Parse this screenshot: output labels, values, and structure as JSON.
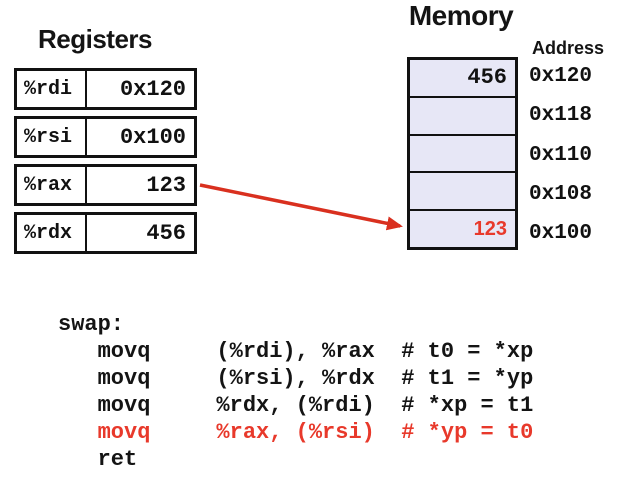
{
  "colors": {
    "accent_red": "#e8392b",
    "arrow_red": "#d9301f",
    "memory_cell_fill": "#e7e7f6",
    "border_black": "#111111"
  },
  "registers_panel": {
    "title": "Registers",
    "rows": [
      {
        "name": "%rdi",
        "value": "0x120"
      },
      {
        "name": "%rsi",
        "value": "0x100"
      },
      {
        "name": "%rax",
        "value": "123"
      },
      {
        "name": "%rdx",
        "value": "456"
      }
    ]
  },
  "memory_panel": {
    "title": "Memory",
    "address_label": "Address",
    "cells": [
      {
        "value": "456",
        "address": "0x120",
        "highlight": false
      },
      {
        "value": "",
        "address": "0x118",
        "highlight": false
      },
      {
        "value": "",
        "address": "0x110",
        "highlight": false
      },
      {
        "value": "",
        "address": "0x108",
        "highlight": false
      },
      {
        "value": "123",
        "address": "0x100",
        "highlight": true
      }
    ]
  },
  "arrow": {
    "description": "red arrow from %rax register value to memory cell at 0x100"
  },
  "code": {
    "lines": [
      {
        "text": "swap:",
        "red": false
      },
      {
        "text": "   movq     (%rdi), %rax  # t0 = *xp",
        "red": false
      },
      {
        "text": "   movq     (%rsi), %rdx  # t1 = *yp",
        "red": false
      },
      {
        "text": "   movq     %rdx, (%rdi)  # *xp = t1",
        "red": false
      },
      {
        "text": "   movq     %rax, (%rsi)  # *yp = t0",
        "red": true
      },
      {
        "text": "   ret",
        "red": false
      }
    ]
  }
}
